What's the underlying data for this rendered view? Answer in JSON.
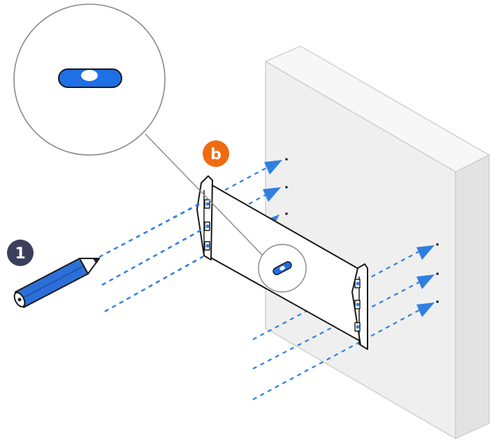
{
  "badges": {
    "step": {
      "label": "1",
      "color": "#3b3f5c"
    },
    "variant": {
      "label": "b",
      "color": "#f06a0f"
    }
  },
  "colors": {
    "wall_front": "#efefef",
    "wall_side": "#e3e3e3",
    "wall_top": "#f7f7f7",
    "wall_edge": "#c8c8c8",
    "arrow": "#2f7fe0",
    "pencil_body": "#2d6fd8",
    "pencil_dark": "#1b4fa8",
    "bubble_level": "#1f6fe6",
    "outline": "#1a1a1a",
    "callout_line": "#888888"
  },
  "icons": {
    "pencil": "pencil-icon",
    "level": "bubble-level-icon",
    "bracket": "wall-mount-bracket",
    "wall": "wall-panel"
  }
}
